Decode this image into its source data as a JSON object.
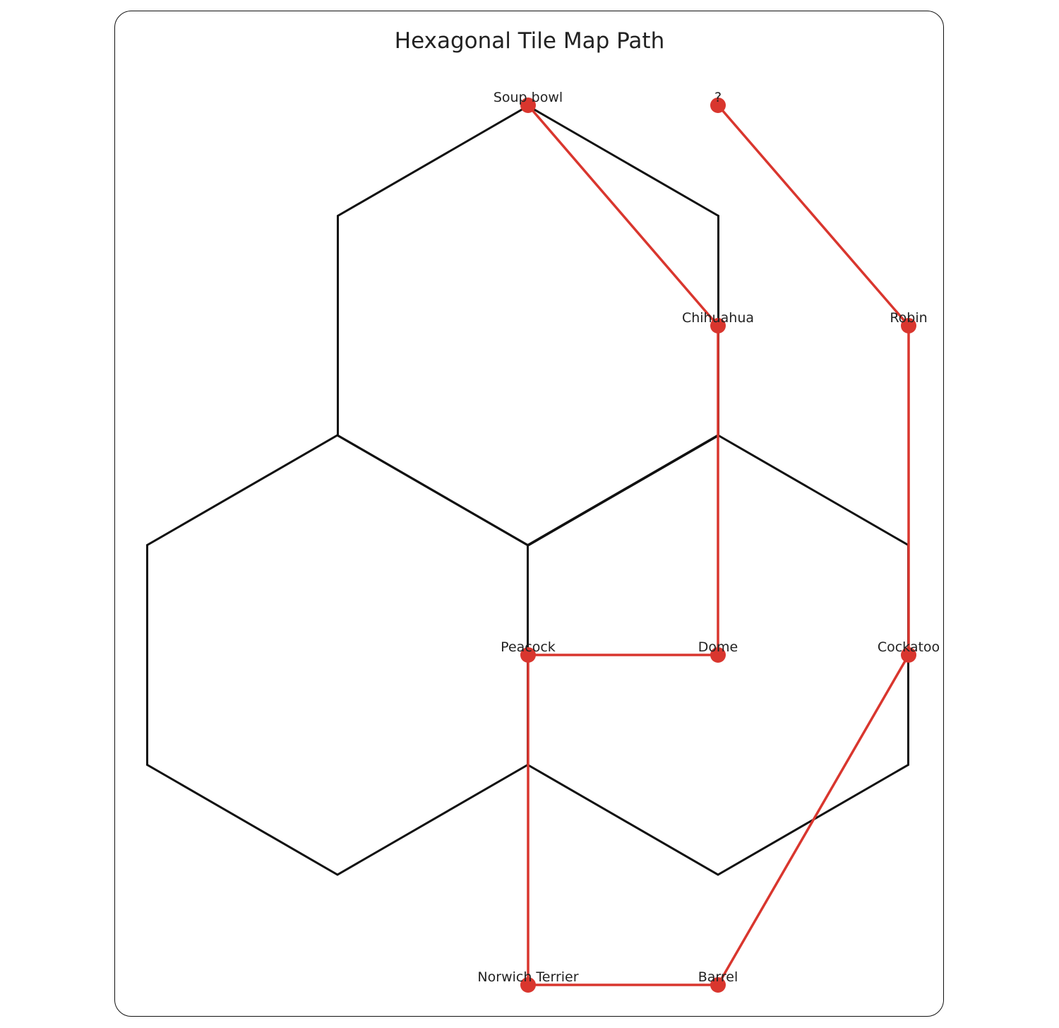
{
  "title": "Hexagonal Tile Map Path",
  "colors": {
    "hex_stroke": "#111111",
    "path": "#d9362e",
    "node": "#d9362e"
  },
  "nodes": [
    {
      "id": "soup-bowl",
      "label": "Soup bowl"
    },
    {
      "id": "question",
      "label": "?"
    },
    {
      "id": "chihuahua",
      "label": "Chihuahua"
    },
    {
      "id": "robin",
      "label": "Robin"
    },
    {
      "id": "peacock",
      "label": "Peacock"
    },
    {
      "id": "dome",
      "label": "Dome"
    },
    {
      "id": "cockatoo",
      "label": "Cockatoo"
    },
    {
      "id": "norwich-terrier",
      "label": "Norwich Terrier"
    },
    {
      "id": "barrel",
      "label": "Barrel"
    }
  ],
  "path": [
    "question",
    "robin",
    "cockatoo",
    "barrel",
    "norwich-terrier",
    "peacock",
    "dome",
    "chihuahua",
    "soup-bowl"
  ]
}
